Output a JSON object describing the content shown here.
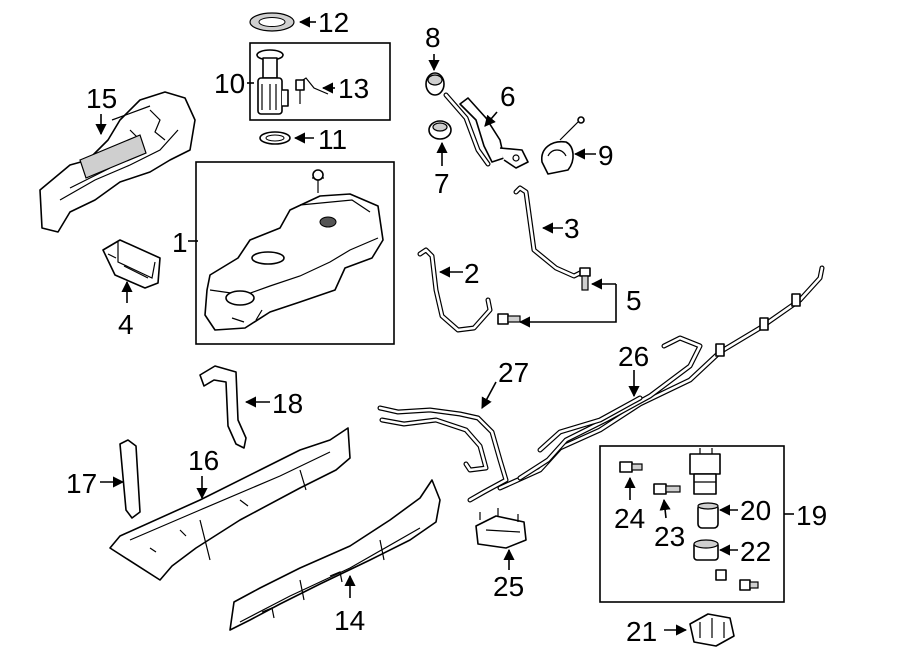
{
  "diagram": {
    "callouts": {
      "c1": "1",
      "c2": "2",
      "c3": "3",
      "c4": "4",
      "c5": "5",
      "c6": "6",
      "c7": "7",
      "c8": "8",
      "c9": "9",
      "c10": "10",
      "c11": "11",
      "c12": "12",
      "c13": "13",
      "c14": "14",
      "c15": "15",
      "c16": "16",
      "c17": "17",
      "c18": "18",
      "c19": "19",
      "c20": "20",
      "c21": "21",
      "c22": "22",
      "c23": "23",
      "c24": "24",
      "c25": "25",
      "c26": "26",
      "c27": "27"
    }
  }
}
